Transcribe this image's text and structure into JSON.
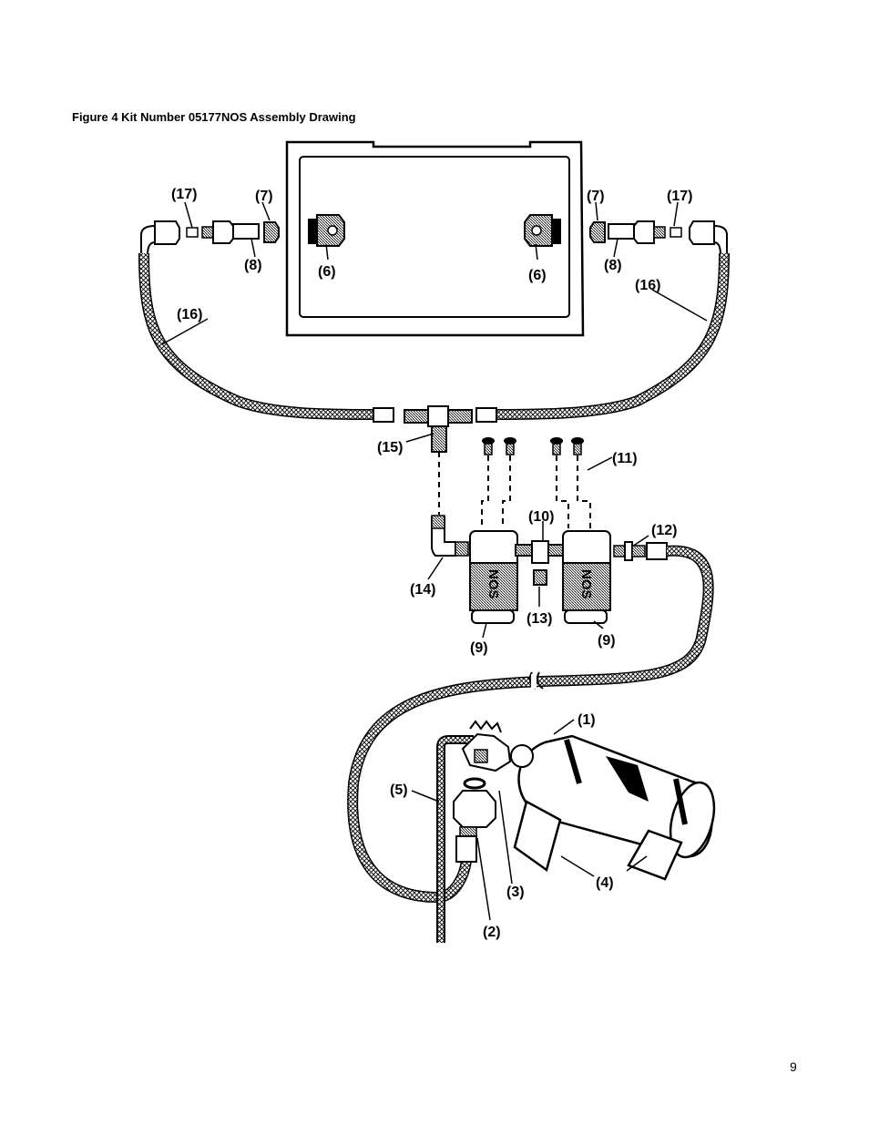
{
  "figure": {
    "caption": "Figure 4  Kit Number 05177NOS Assembly Drawing",
    "callouts": {
      "c1": "(1)",
      "c2": "(2)",
      "c3": "(3)",
      "c4": "(4)",
      "c5": "(5)",
      "c6_left": "(6)",
      "c6_right": "(6)",
      "c7_left": "(7)",
      "c7_right": "(7)",
      "c8_left": "(8)",
      "c8_right": "(8)",
      "c9_left": "(9)",
      "c9_right": "(9)",
      "c10": "(10)",
      "c11": "(11)",
      "c12": "(12)",
      "c13": "(13)",
      "c14": "(14)",
      "c15": "(15)",
      "c16_left": "(16)",
      "c16_right": "(16)",
      "c17_left": "(17)",
      "c17_right": "(17)"
    }
  },
  "page_number": "9"
}
